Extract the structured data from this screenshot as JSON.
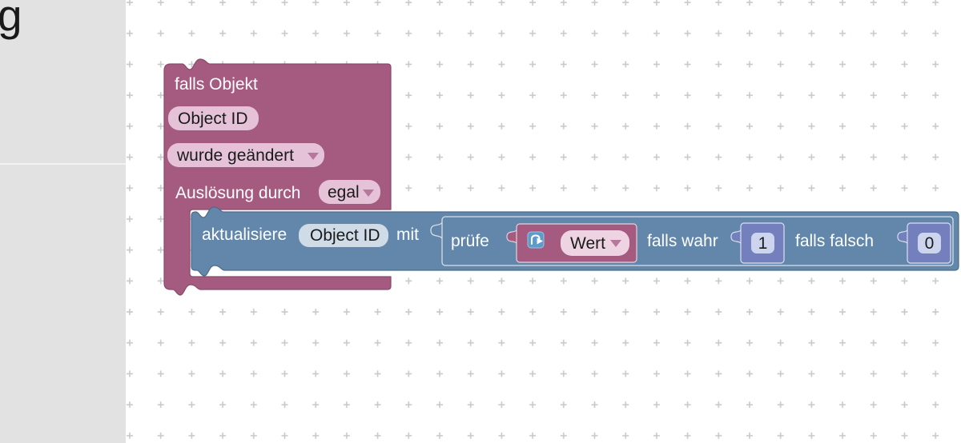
{
  "sidebar": {
    "cropped_label": "g"
  },
  "blocks": {
    "trigger": {
      "title": "falls Objekt",
      "object_field": "Object ID",
      "event_dropdown": "wurde geändert",
      "trigger_by_label": "Auslösung durch",
      "trigger_by_dropdown": "egal"
    },
    "update": {
      "action_label": "aktualisiere",
      "object_field": "Object ID",
      "with_label": "mit"
    },
    "ternary": {
      "test_label": "prüfe",
      "true_label": "falls wahr",
      "false_label": "falls falsch"
    },
    "trigger_value": {
      "dropdown": "Wert",
      "icon": "u-turn-arrow-icon"
    },
    "number_true": {
      "value": "1"
    },
    "number_false": {
      "value": "0"
    }
  },
  "colors": {
    "trigger_purple": "#a55b80",
    "trigger_purple_border": "#8a4a6b",
    "control_blue": "#6287ab",
    "control_blue_border": "#4d6b8a",
    "logic_outline": "#d9dfe6",
    "math_indigo": "#7380bd",
    "math_indigo_outline": "#dcdfef",
    "pill_pink": "#e6c2d8",
    "pill_pink_light": "#eed4e3",
    "pill_blue": "#cfdbe7",
    "pill_indigo": "#ccd4ee",
    "dropdown_arrow": "#b5789c",
    "icon_blue": "#5d9bc8",
    "icon_blue_border": "#9cc3e0",
    "sidebar_bg": "#e2e2e2",
    "sidebar_divider": "#f2f2f2",
    "grid_mark": "#c9c9c9",
    "text_dark": "#1a1a1a",
    "text_light": "#ffffff"
  }
}
